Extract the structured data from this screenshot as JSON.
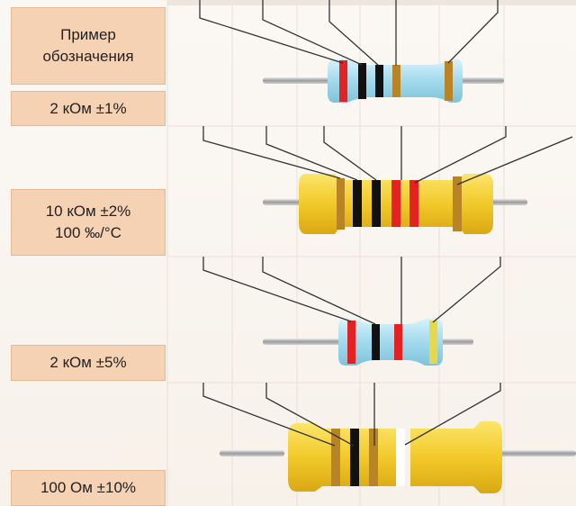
{
  "labels": {
    "title_line1": "Пример",
    "title_line2": "обозначения",
    "r1": "2 кОм ±1%",
    "r2_line1": "10 кОм ±2%",
    "r2_line2": "100 ‰/°C",
    "r3": "2 кОм ±5%",
    "r4": "100 Ом ±10%"
  },
  "resistors": [
    {
      "name": "resistor-1",
      "body_color": "#a9dff0",
      "bands": [
        "#e42222",
        "#111111",
        "#111111",
        "#b88426",
        "#b88426"
      ]
    },
    {
      "name": "resistor-2",
      "body_color": "#f3cc2c",
      "bands": [
        "#b88426",
        "#111111",
        "#111111",
        "#e42222",
        "#e42222",
        "#b88426"
      ]
    },
    {
      "name": "resistor-3",
      "body_color": "#a9dff0",
      "bands": [
        "#e42222",
        "#111111",
        "#e42222",
        "#e6d84a"
      ]
    },
    {
      "name": "resistor-4",
      "body_color": "#f3cc2c",
      "bands": [
        "#b88426",
        "#111111",
        "#b88426",
        "#ffffff"
      ]
    }
  ]
}
